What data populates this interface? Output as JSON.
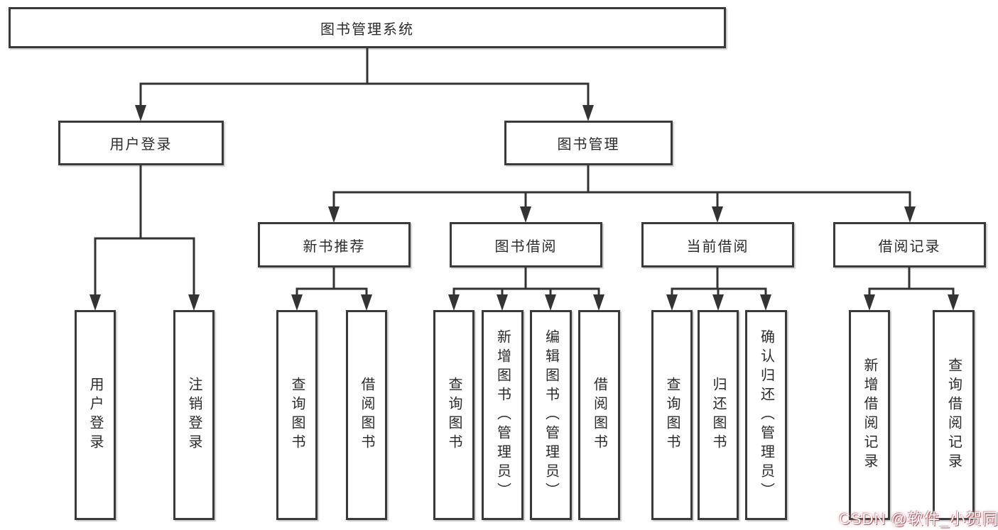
{
  "diagram": {
    "root": {
      "label": "图书管理系统"
    },
    "branches": [
      {
        "label": "用户登录",
        "children": [
          {
            "label": "用户登录"
          },
          {
            "label": "注销登录"
          }
        ]
      },
      {
        "label": "图书管理",
        "children": [
          {
            "label": "新书推荐",
            "children": [
              {
                "label": "查询图书"
              },
              {
                "label": "借阅图书"
              }
            ]
          },
          {
            "label": "图书借阅",
            "children": [
              {
                "label": "查询图书"
              },
              {
                "label": "新增图书（管理员）"
              },
              {
                "label": "编辑图书（管理员）"
              },
              {
                "label": "借阅图书"
              }
            ]
          },
          {
            "label": "当前借阅",
            "children": [
              {
                "label": "查询图书"
              },
              {
                "label": "归还图书"
              },
              {
                "label": "确认归还（管理员）"
              }
            ]
          },
          {
            "label": "借阅记录",
            "children": [
              {
                "label": "新增借阅记录"
              },
              {
                "label": "查询借阅记录"
              }
            ]
          }
        ]
      }
    ]
  },
  "watermark": {
    "text": "CSDN @软件_小贺同学"
  },
  "colors": {
    "line": "#333333",
    "box_border": "#3a3a3a",
    "text": "#2b2b2b",
    "watermark_glow": "#eb8c96"
  }
}
